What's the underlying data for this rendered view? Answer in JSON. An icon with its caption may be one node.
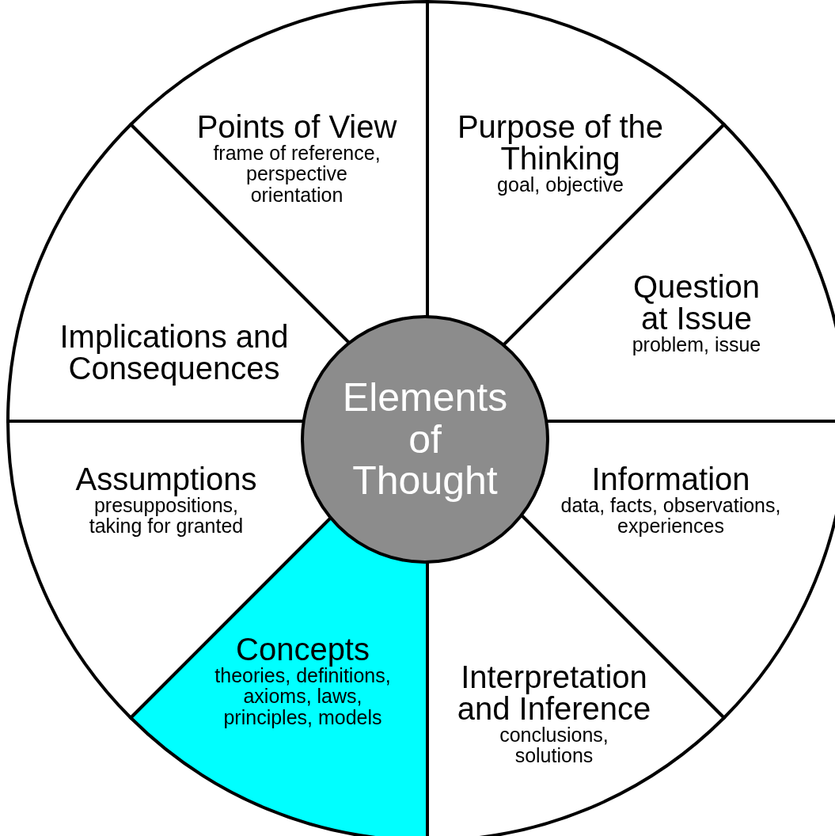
{
  "diagram": {
    "nodes": [
      {
        "text": [
          "Points of View",
          "frame of reference, perspective orientation"
        ]
      },
      {
        "text": [
          "Purpose of the Thinking",
          "goal, objective"
        ]
      },
      {
        "text": [
          "Question at Issue",
          "problem, issue"
        ]
      },
      {
        "text": [
          "Implications and Consequences"
        ]
      },
      {
        "text": [
          "Elements of Thought"
        ]
      },
      {
        "text": [
          "Assumptions",
          "presuppositions, taking for granted"
        ]
      },
      {
        "text": [
          "Information",
          "data, facts, observations, experiences"
        ]
      },
      {
        "text": [
          "Concepts",
          "theories, definitions, axioms, laws, principles, models"
        ]
      },
      {
        "text": [
          "Interpretation and Inference",
          "conclusions, solutions"
        ]
      }
    ]
  }
}
